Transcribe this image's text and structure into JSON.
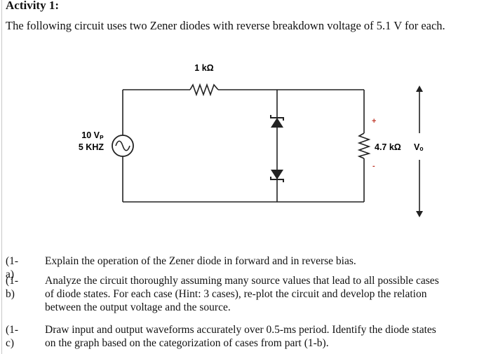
{
  "activity": {
    "title": "Activity 1:",
    "intro": "The following circuit uses two Zener diodes with reverse breakdown voltage of 5.1 V for each."
  },
  "circuit": {
    "resistor_top": "1 kΩ",
    "source_amplitude": "10 Vₚ",
    "source_freq": "5 KHZ",
    "load_resistor": "4.7 kΩ",
    "output_label": "Vₒ",
    "plus": "+",
    "minus": "-"
  },
  "questions": [
    {
      "num": "(1-a)",
      "lines": [
        "Explain the operation of the Zener diode in forward and in reverse bias."
      ]
    },
    {
      "num": "(1-b)",
      "lines": [
        "Analyze the circuit thoroughly assuming many source values that lead to all possible cases",
        "of diode states.  For each case (Hint: 3 cases), re-plot the circuit and develop the relation",
        "between the output voltage and the source."
      ]
    },
    {
      "num": "(1-c)",
      "lines": [
        "Draw input and output waveforms accurately over 0.5-ms period.  Identify the diode states",
        "on the graph based on the categorization of cases from part (1-b)."
      ]
    }
  ]
}
